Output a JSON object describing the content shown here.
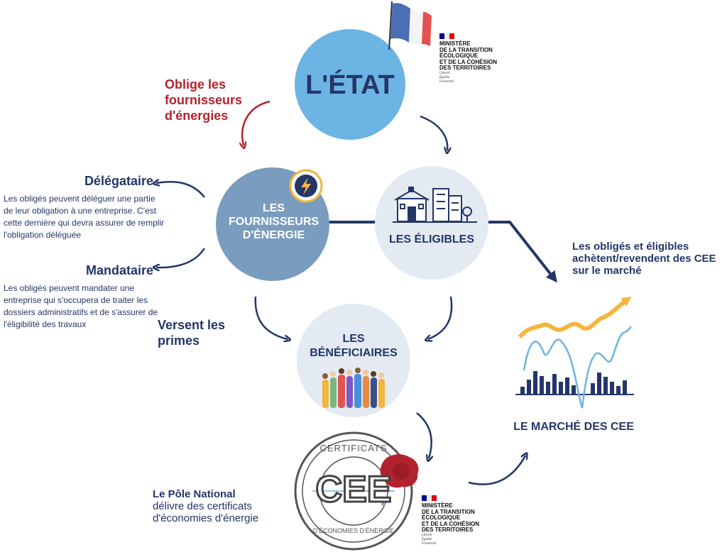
{
  "nodes": {
    "etat": "L'ÉTAT",
    "fournisseurs": "LES FOURNISSEURS D'ÉNERGIE",
    "eligibles": "LES ÉLIGIBLES",
    "beneficiaires": "LES BÉNÉFICIAIRES",
    "marche": "LE MARCHÉ DES CEE"
  },
  "annotations": {
    "oblige": "Oblige les fournisseurs d'énergies",
    "versent": "Versent les primes",
    "marche_note": "Les obligés et éligibles achètent/revendent des CEE sur le marché",
    "pole_title": "Le Pôle National",
    "pole_text": "délivre des certificats d'économies d'énergie"
  },
  "delegation": {
    "delegataire_title": "Délégataire",
    "delegataire_text": "Les obligés peuvent déléguer une partie de leur obligation à une entreprise. C'est cette dernière qui devra assurer de remplir l'obligation déléguée",
    "mandataire_title": "Mandataire",
    "mandataire_text": "Les obligés peuvent mandater une entreprise qui s'occupera de traiter les dossiers administratifs et de s'assurer de l'éligibilité des travaux"
  },
  "ministry": {
    "line1": "MINISTÈRE",
    "line2": "DE LA TRANSITION",
    "line3": "ÉCOLOGIQUE",
    "line4": "ET DE LA COHÉSION",
    "line5": "DES TERRITOIRES",
    "devise1": "Liberté",
    "devise2": "Égalité",
    "devise3": "Fraternité"
  },
  "seal": {
    "center": "CEE",
    "top_arc": "CERTIFICATS",
    "bottom_arc": "D'ÉCONOMIES D'ÉNERGIE"
  },
  "colors": {
    "navy": "#243668",
    "red": "#b3232d",
    "etat_circle": "#6cb4e4",
    "fournisseurs_circle": "#7a9cbe",
    "light_circle": "#e3eaf2",
    "market_orange": "#f5b53d",
    "market_blue": "#6fb3dc"
  }
}
